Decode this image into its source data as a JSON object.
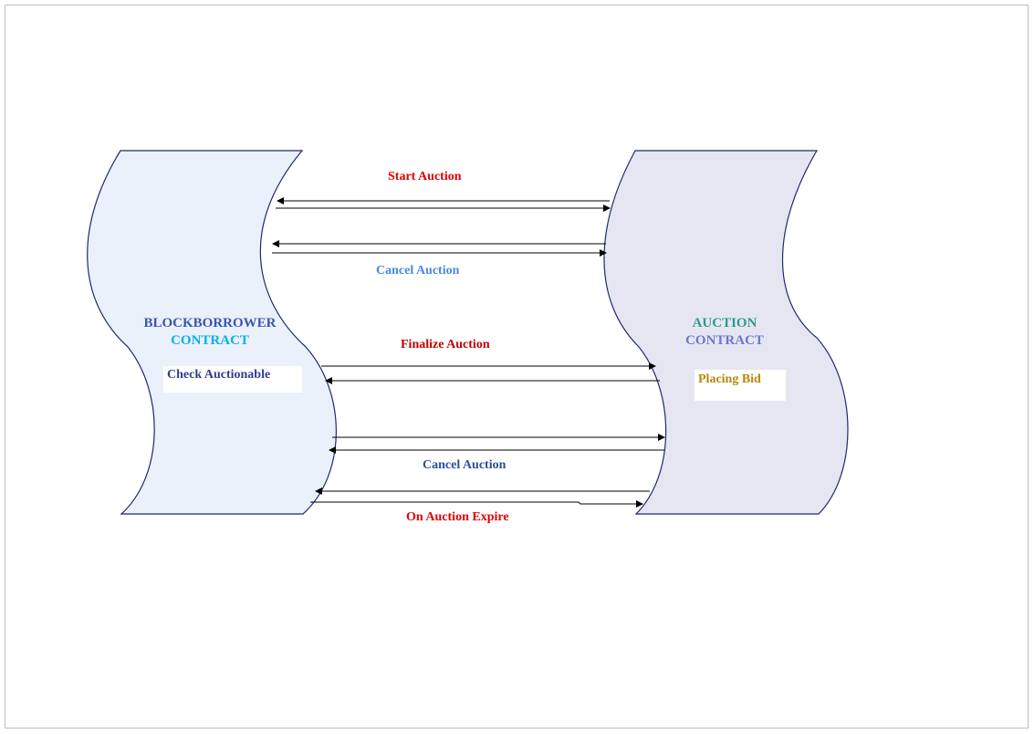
{
  "diagram": {
    "left_shape": {
      "title_line1": "BLOCKBORROWER",
      "title_line2": "CONTRACT",
      "inner_label": "Check Auctionable",
      "fill": "#eaf1fb",
      "title_line1_color": "#3b54b0",
      "title_line2_color": "#00b0f0",
      "inner_label_color": "#2e3f8f"
    },
    "right_shape": {
      "title_line1": "AUCTION",
      "title_line2": "CONTRACT",
      "inner_label": "Placing Bid",
      "fill": "#e6e6f3",
      "title_line1_color": "#2e9a8c",
      "title_line2_color": "#6a78d0",
      "inner_label_color": "#b8860b"
    },
    "flows": [
      {
        "label": "Start Auction",
        "color": "#e00000"
      },
      {
        "label": "Cancel Auction",
        "color": "#4a86e8"
      },
      {
        "label": "Finalize Auction",
        "color": "#c00000"
      },
      {
        "label": "Cancel Auction",
        "color": "#2e4ea0"
      },
      {
        "label": "On Auction Expire",
        "color": "#e00000"
      }
    ]
  }
}
